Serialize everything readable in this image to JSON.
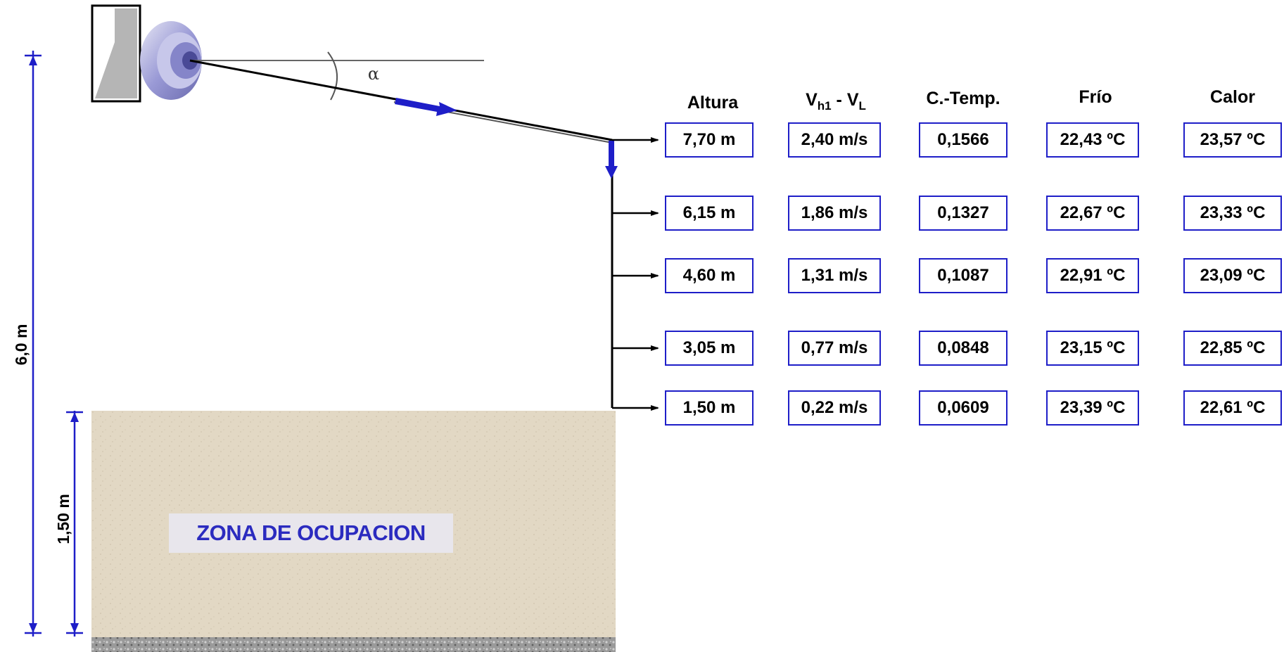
{
  "diagram": {
    "angle_symbol": "α",
    "total_height_label": "6,0 m",
    "occupied_height_label": "1,50 m",
    "zone_label": "ZONA DE  OCUPACION",
    "colors": {
      "accent_blue": "#1e1ec8",
      "zone_fill": "#e2d8c4",
      "floor": "#9a9a9a"
    },
    "icons": [
      "diffuser-nozzle-icon",
      "flow-direction-arrow-icon"
    ]
  },
  "table": {
    "headers": {
      "altura": "Altura",
      "velocity_main": "V",
      "velocity_sub1": "h1",
      "velocity_dash": " - V",
      "velocity_sub2": "L",
      "coef_temp": "C.-Temp.",
      "frio": "Frío",
      "calor": "Calor"
    },
    "rows": [
      {
        "altura": "7,70 m",
        "velocidad": "2,40 m/s",
        "coef": "0,1566",
        "frio": "22,43 ºC",
        "calor": "23,57 ºC"
      },
      {
        "altura": "6,15 m",
        "velocidad": "1,86 m/s",
        "coef": "0,1327",
        "frio": "22,67 ºC",
        "calor": "23,33 ºC"
      },
      {
        "altura": "4,60 m",
        "velocidad": "1,31 m/s",
        "coef": "0,1087",
        "frio": "22,91 ºC",
        "calor": "23,09 ºC"
      },
      {
        "altura": "3,05 m",
        "velocidad": "0,77 m/s",
        "coef": "0,0848",
        "frio": "23,15 ºC",
        "calor": "22,85 ºC"
      },
      {
        "altura": "1,50 m",
        "velocidad": "0,22 m/s",
        "coef": "0,0609",
        "frio": "23,39 ºC",
        "calor": "22,61 ºC"
      }
    ]
  }
}
